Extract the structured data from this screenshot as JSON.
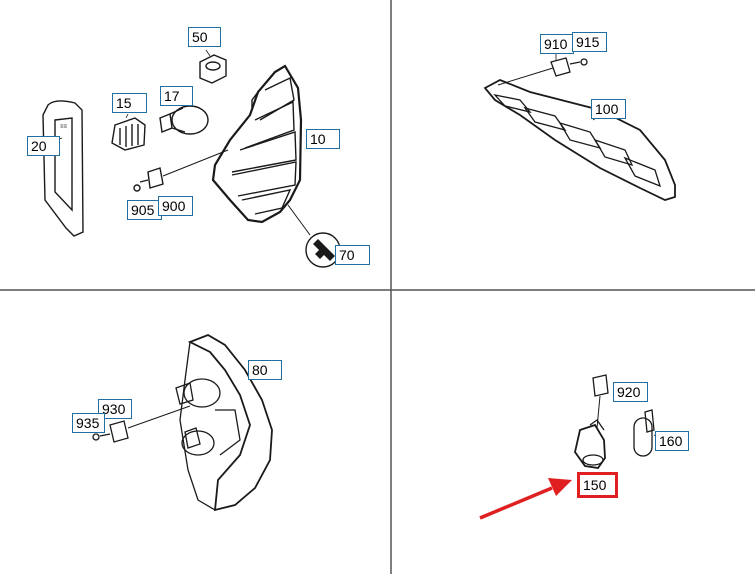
{
  "colors": {
    "line": "#1a1a1a",
    "label_border": "#1f6fa0",
    "highlight": "#e02020",
    "divider": "#555555"
  },
  "quadrants": {
    "top_left": {
      "labels": [
        "50",
        "15",
        "17",
        "20",
        "10",
        "905",
        "900",
        "70"
      ]
    },
    "top_right": {
      "labels": [
        "910",
        "915",
        "100"
      ]
    },
    "bottom_left": {
      "labels": [
        "80",
        "930",
        "935"
      ]
    },
    "bottom_right": {
      "labels": [
        "920",
        "160",
        "150"
      ],
      "highlighted_label": "150"
    }
  },
  "labels": {
    "l50": "50",
    "l15": "15",
    "l17": "17",
    "l20": "20",
    "l10": "10",
    "l905": "905",
    "l900": "900",
    "l70": "70",
    "l910": "910",
    "l915": "915",
    "l100": "100",
    "l80": "80",
    "l930": "930",
    "l935": "935",
    "l920": "920",
    "l160": "160",
    "l150": "150"
  }
}
